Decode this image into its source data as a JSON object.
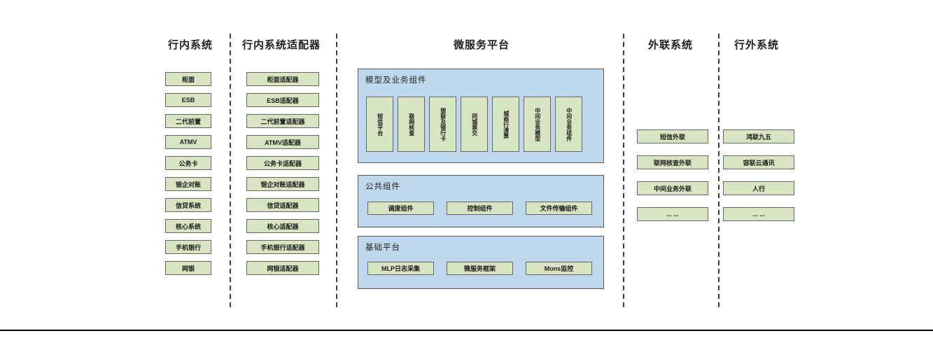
{
  "colors": {
    "box-fill": "#d8e5c2",
    "box-border": "#666666",
    "panel-fill": "#bed7ec",
    "panel-border": "#58595b",
    "divider": "#3d3d3d",
    "baseline": "#000000"
  },
  "columns": [
    {
      "title": "行内系统",
      "boxes": [
        "柜面",
        "ESB",
        "二代前置",
        "ATMV",
        "公务卡",
        "银企对账",
        "信贷系统",
        "核心系统",
        "手机银行",
        "网银"
      ]
    },
    {
      "title": "行内系统适配器",
      "boxes": [
        "柜面适配器",
        "ESB适配器",
        "二代前置适配器",
        "ATMV适配器",
        "公务卡适配器",
        "银企对账适配器",
        "信贷适配器",
        "核心适配器",
        "手机银行适配器",
        "网银适配器"
      ]
    },
    {
      "title": "微服务平台",
      "sections": [
        {
          "label": "模型及业务组件",
          "boxes": [
            "短信平台",
            "联网核查",
            "银联及银行卡",
            "同城票交",
            "城商行清算",
            "中间业务模型",
            "中间业务组件"
          ]
        },
        {
          "label": "公共组件",
          "boxes": [
            "调度组件",
            "控制组件",
            "文件传输组件"
          ]
        },
        {
          "label": "基础平台",
          "boxes": [
            "MLP日志采集",
            "微服务框架",
            "Mons监控"
          ]
        }
      ]
    },
    {
      "title": "外联系统",
      "boxes": [
        "短信外联",
        "联网核查外联",
        "中间业务外联",
        "... ..."
      ]
    },
    {
      "title": "行外系统",
      "boxes": [
        "鸿联九五",
        "容联云通讯",
        "人行",
        "... ..."
      ]
    }
  ]
}
